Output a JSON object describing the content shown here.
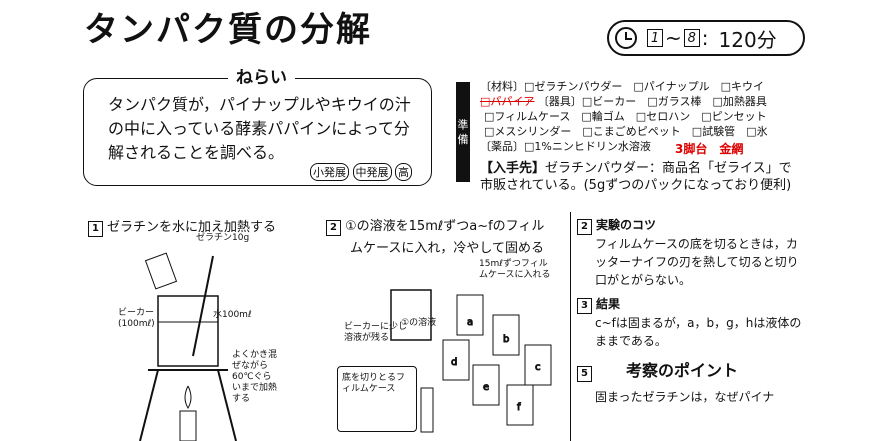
{
  "title": "タンパク質の分解",
  "time": {
    "from": "1",
    "sep": "~",
    "to": "8",
    "colon": ":",
    "value": "120分"
  },
  "aim": {
    "heading": "ねらい",
    "text": "タンパク質が，パイナップルやキウイの汁の中に入っている酵素パパインによって分解されることを調べる。",
    "levels": [
      "小発展",
      "中発展",
      "高"
    ]
  },
  "prep": {
    "tab": "準 備",
    "line1": "〔材料〕□ゼラチンパウダー　□パイナップル　□キウイ",
    "line2_strike": "□パパイア",
    "line2": "〔器具〕□ビーカー　□ガラス棒　□加熱器具",
    "line3": "□フィルムケース　□輪ゴム　□セロハン　□ピンセット",
    "line4": "□メスシリンダー　□こまごめピペット　□試験管　□氷",
    "line5": "〔薬品〕□1%ニンヒドリン水溶液",
    "red_note": "3脚台　金網",
    "source_label": "【入手先】",
    "source_text": "ゼラチンパウダー：商品名「ゼライス」で市販されている。(5gずつのパックになっており便利)"
  },
  "step1": {
    "num": "1",
    "title": "ゼラチンを水に加え加熱する",
    "gel": "ゼラチン10g",
    "beaker": "ビーカー\n(100mℓ)",
    "water": "水100mℓ",
    "stir": "よくかき混ぜながら60℃ぐらいまで加熱する"
  },
  "step2": {
    "num": "2",
    "title1": "①の溶液を15mℓずつa~fのフィル",
    "title2": "ムケースに入れ，冷やして固める",
    "fill": "15mℓずつフィルムケースに入れる",
    "left": "ビーカーに少し溶液が残る",
    "sol": "①の溶液",
    "cut": "底を切りとるフィルムケース",
    "cases": [
      "a",
      "b",
      "c",
      "d",
      "e",
      "f"
    ]
  },
  "col3": {
    "tip_num": "2",
    "tip_h": "実験のコツ",
    "tip": "フィルムケースの底を切るときは，カッターナイフの刃を熱して切ると切り口がとがらない。",
    "res_num": "3",
    "res_h": "結果",
    "res": "c~fは固まるが，a，b，g，hは液体のままである。",
    "k_num": "5",
    "k_h": "考察のポイント",
    "k": "固まったゼラチンは，なぜパイナ"
  }
}
